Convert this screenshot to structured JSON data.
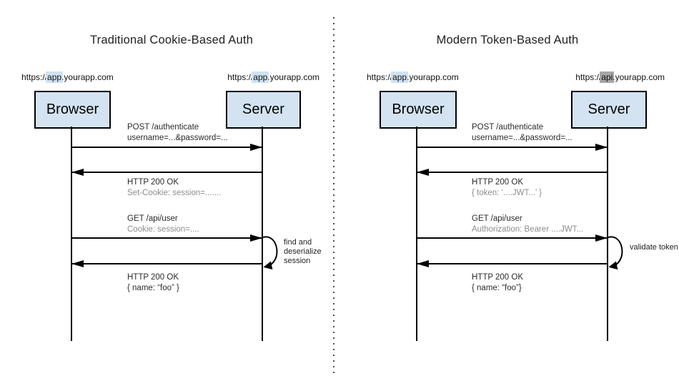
{
  "panels": [
    {
      "title": "Traditional Cookie-Based Auth",
      "actors": [
        {
          "name": "Browser",
          "url_pre": "https://",
          "url_hl": "app",
          "url_post": ".yourapp.com",
          "hl_color": "blue"
        },
        {
          "name": "Server",
          "url_pre": "https://",
          "url_hl": "app",
          "url_post": ".yourapp.com",
          "hl_color": "blue"
        }
      ],
      "messages": [
        {
          "direction": "right",
          "line1": "POST /authenticate",
          "line2": "username=...&password=..."
        },
        {
          "direction": "left",
          "line1": "HTTP 200 OK",
          "line2": "Set-Cookie: session=......."
        },
        {
          "direction": "right",
          "line1": "GET /api/user",
          "line2": "Cookie: session=...."
        },
        {
          "direction": "left",
          "line1": "HTTP 200 OK",
          "line2": "{ name: “foo” }"
        }
      ],
      "server_note_lines": [
        "find and",
        "deserialize",
        "session"
      ]
    },
    {
      "title": "Modern Token-Based Auth",
      "actors": [
        {
          "name": "Browser",
          "url_pre": "https://",
          "url_hl": "app",
          "url_post": ".yourapp.com",
          "hl_color": "blue"
        },
        {
          "name": "Server",
          "url_pre": "https://",
          "url_hl": "api",
          "url_post": ".yourapp.com",
          "hl_color": "gray"
        }
      ],
      "messages": [
        {
          "direction": "right",
          "line1": "POST /authenticate",
          "line2": "username=...&password=..."
        },
        {
          "direction": "left",
          "line1": "HTTP 200 OK",
          "line2": "{ token: ‘....JWT...’ }"
        },
        {
          "direction": "right",
          "line1": "GET /api/user",
          "line2": "Authorization: Bearer ....JWT..."
        },
        {
          "direction": "left",
          "line1": "HTTP 200 OK",
          "line2": "{ name: “foo”}"
        }
      ],
      "server_note_lines": [
        "validate token"
      ]
    }
  ],
  "colors": {
    "box_fill": "#d3e3f1",
    "box_border": "#000000",
    "highlight_blue": "#cfe2f3",
    "highlight_gray": "#a6a6a6",
    "arrow_line": "#000000",
    "muted_text": "#8c8c8c"
  }
}
